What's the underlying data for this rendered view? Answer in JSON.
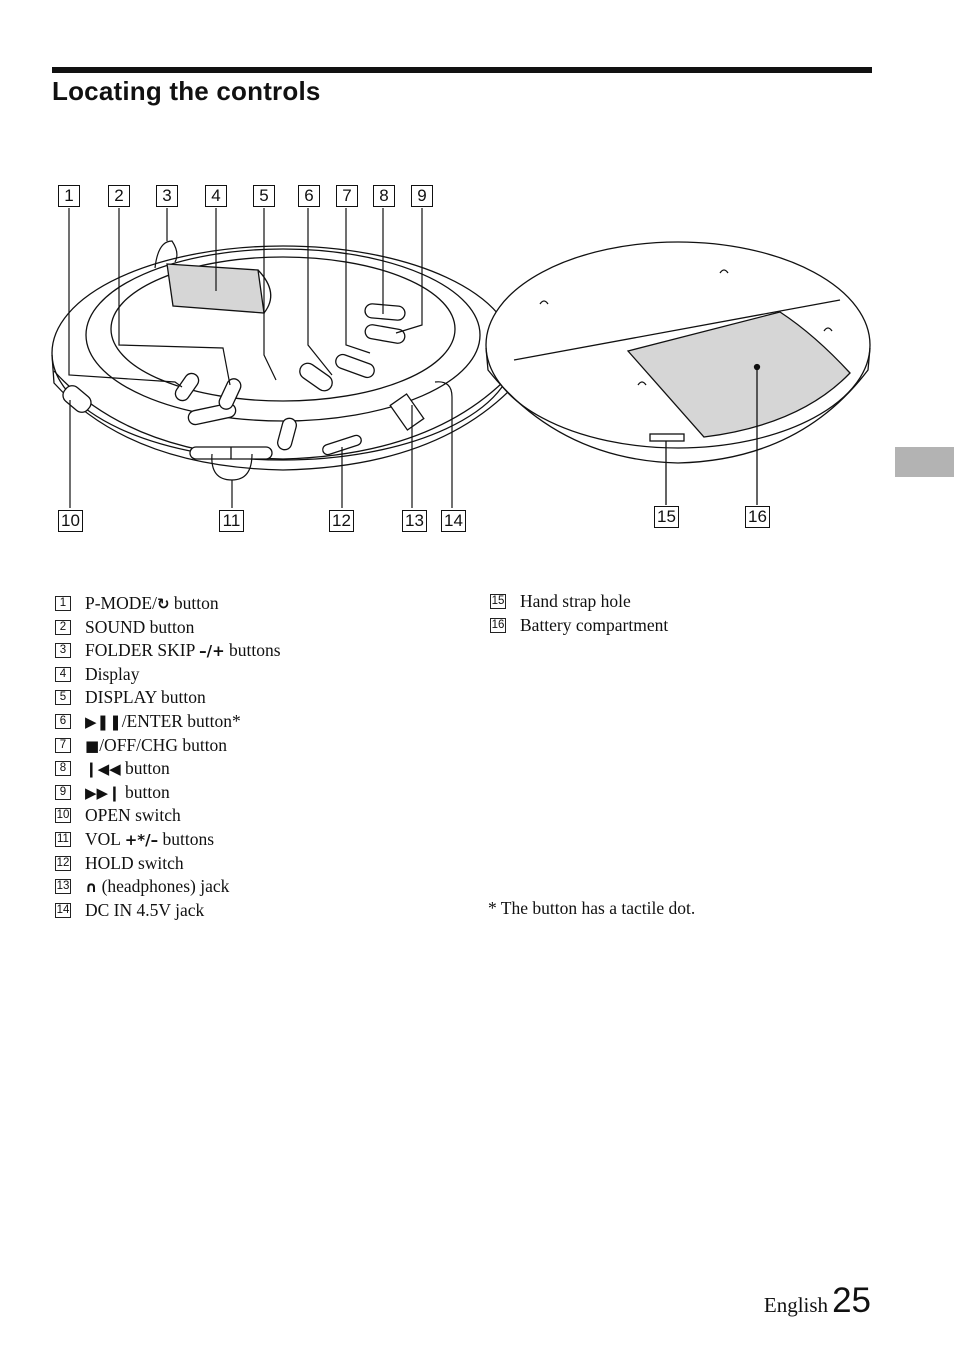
{
  "page": {
    "title": "Locating the controls",
    "language": "English",
    "number": "25"
  },
  "callouts": {
    "front": [
      "1",
      "2",
      "3",
      "4",
      "5",
      "6",
      "7",
      "8",
      "9"
    ],
    "bottom": [
      "10",
      "11",
      "12",
      "13",
      "14"
    ],
    "back": [
      "15",
      "16"
    ]
  },
  "parts_left": [
    {
      "num": "1",
      "pre": "",
      "text": "P-MODE/",
      "icon": "repeat-icon",
      "glyph": "↻",
      "post": " button"
    },
    {
      "num": "2",
      "pre": "",
      "text": "SOUND button",
      "icon": "",
      "glyph": "",
      "post": ""
    },
    {
      "num": "3",
      "pre": "",
      "text": "FOLDER SKIP ",
      "icon": "minus-plus-icon",
      "glyph": "–/+",
      "post": " buttons"
    },
    {
      "num": "4",
      "pre": "",
      "text": "Display",
      "icon": "",
      "glyph": "",
      "post": ""
    },
    {
      "num": "5",
      "pre": "",
      "text": "DISPLAY button",
      "icon": "",
      "glyph": "",
      "post": ""
    },
    {
      "num": "6",
      "pre": "",
      "text": "",
      "icon": "play-pause-icon",
      "glyph": "▶❚❚",
      "post": "/ENTER button*"
    },
    {
      "num": "7",
      "pre": "",
      "text": "",
      "icon": "stop-icon",
      "glyph": "■",
      "post": "/OFF/CHG button"
    },
    {
      "num": "8",
      "pre": "",
      "text": "",
      "icon": "previous-track-icon",
      "glyph": "❙◀◀",
      "post": " button"
    },
    {
      "num": "9",
      "pre": "",
      "text": "",
      "icon": "next-track-icon",
      "glyph": "▶▶❙",
      "post": " button"
    },
    {
      "num": "10",
      "pre": "",
      "text": "OPEN switch",
      "icon": "",
      "glyph": "",
      "post": ""
    },
    {
      "num": "11",
      "pre": "",
      "text": "VOL ",
      "icon": "plus-minus-icon",
      "glyph": "+*/–",
      "post": " buttons"
    },
    {
      "num": "12",
      "pre": "",
      "text": "HOLD switch",
      "icon": "",
      "glyph": "",
      "post": ""
    },
    {
      "num": "13",
      "pre": "",
      "text": "",
      "icon": "headphones-icon",
      "glyph": "∩",
      "post": " (headphones) jack"
    },
    {
      "num": "14",
      "pre": "",
      "text": "DC IN 4.5V jack",
      "icon": "",
      "glyph": "",
      "post": ""
    }
  ],
  "parts_right": [
    {
      "num": "15",
      "text": "Hand strap hole"
    },
    {
      "num": "16",
      "text": "Battery compartment"
    }
  ],
  "footnote": "* The button has a tactile dot."
}
